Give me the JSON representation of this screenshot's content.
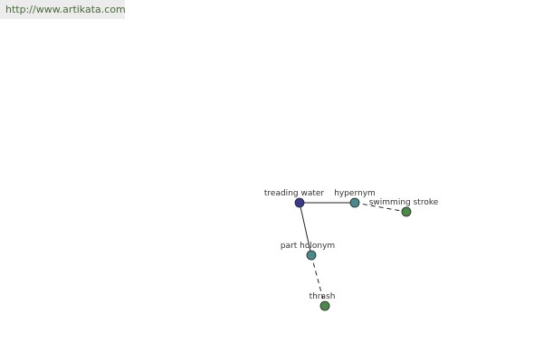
{
  "site": {
    "url": "http://www.artikata.com"
  },
  "graph": {
    "nodes": [
      {
        "id": "treading-water",
        "label": "treading water",
        "color": "#3a3a8c"
      },
      {
        "id": "hypernym",
        "label": "hypernym",
        "color": "#4a8a8a"
      },
      {
        "id": "swimming-stroke",
        "label": "swimming stroke",
        "color": "#4a8a4a"
      },
      {
        "id": "part-holonym",
        "label": "part holonym",
        "color": "#4a8a8a"
      },
      {
        "id": "thrash",
        "label": "thrash",
        "color": "#4a8a4a"
      }
    ],
    "edges": [
      {
        "from": "treading-water",
        "to": "hypernym",
        "style": "solid"
      },
      {
        "from": "hypernym",
        "to": "swimming-stroke",
        "style": "dashed"
      },
      {
        "from": "treading-water",
        "to": "part-holonym",
        "style": "solid"
      },
      {
        "from": "part-holonym",
        "to": "thrash",
        "style": "dashed"
      }
    ]
  }
}
